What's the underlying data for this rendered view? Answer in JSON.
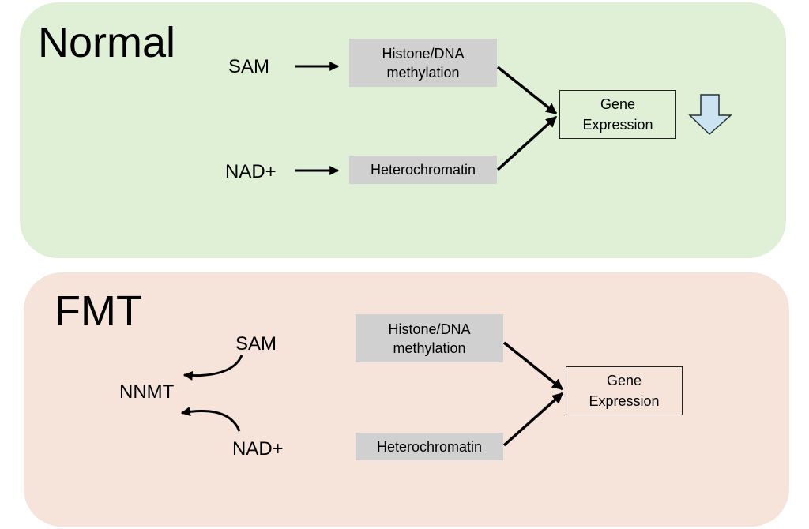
{
  "normal": {
    "title": "Normal",
    "inputs": {
      "sam": "SAM",
      "nad": "NAD+"
    },
    "boxes": {
      "methylation_line1": "Histone/DNA",
      "methylation_line2": "methylation",
      "heterochromatin": "Heterochromatin"
    },
    "output": {
      "line1": "Gene",
      "line2": "Expression"
    },
    "indicator": "down-arrow",
    "indicator_fill": "#cce3f2"
  },
  "fmt": {
    "title": "FMT",
    "enzyme": "NNMT",
    "inputs": {
      "sam": "SAM",
      "nad": "NAD+"
    },
    "boxes": {
      "methylation_line1": "Histone/DNA",
      "methylation_line2": "methylation",
      "heterochromatin": "Heterochromatin"
    },
    "output": {
      "line1": "Gene",
      "line2": "Expression"
    }
  },
  "colors": {
    "normal_bg": "#dff0d6",
    "fmt_bg": "#f6e3d9",
    "box_gray": "#d0d0d0"
  }
}
